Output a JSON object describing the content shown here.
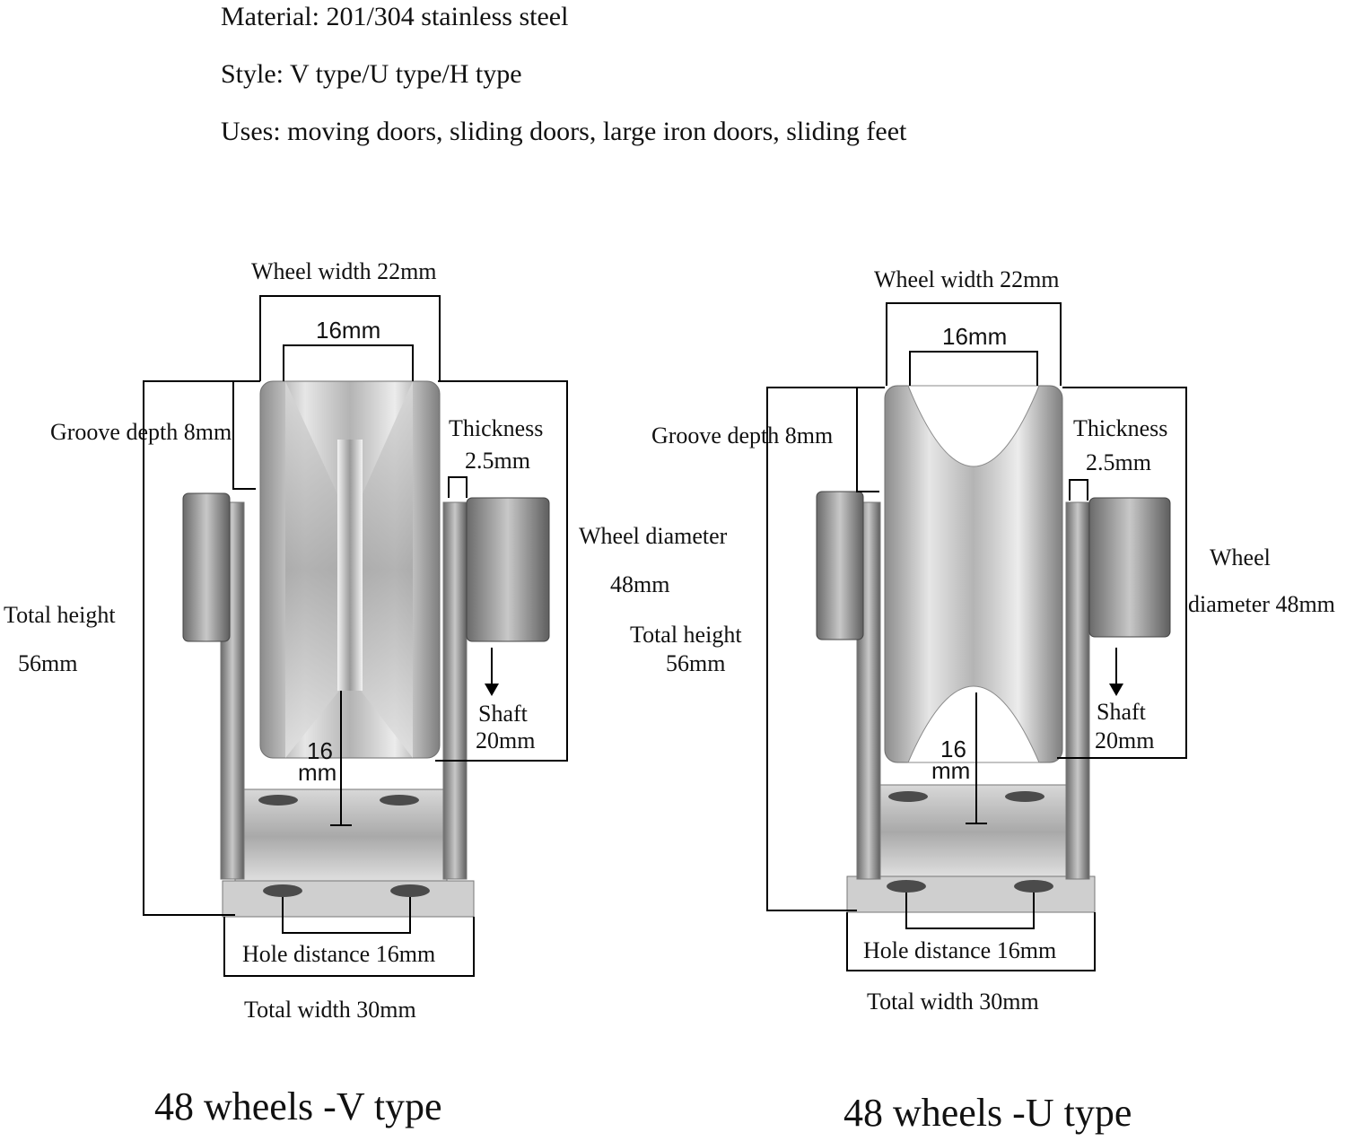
{
  "specs": {
    "material": "Material: 201/304 stainless steel",
    "style": "Style: V type/U type/H type",
    "uses": "Uses: moving doors, sliding doors, large iron doors, sliding feet"
  },
  "v_type": {
    "wheel_width": "Wheel width 22mm",
    "groove_width": "16mm",
    "groove_depth": "Groove depth 8mm",
    "thickness_1": "Thickness",
    "thickness_2": "2.5mm",
    "wheel_diameter_1": "Wheel diameter",
    "wheel_diameter_2": "48mm",
    "total_height_1": "Total height",
    "total_height_2": "56mm",
    "shaft_1": "Shaft",
    "shaft_2": "20mm",
    "center_1": "16",
    "center_2": "mm",
    "hole_distance": "Hole distance 16mm",
    "total_width": "Total width 30mm",
    "caption": "48 wheels -V type"
  },
  "u_type": {
    "wheel_width": "Wheel width 22mm",
    "groove_width": "16mm",
    "groove_depth": "Groove depth 8mm",
    "thickness_1": "Thickness",
    "thickness_2": "2.5mm",
    "wheel_diameter_1": "Wheel",
    "wheel_diameter_2": "diameter 48mm",
    "total_height_1": "Total height",
    "total_height_2": "56mm",
    "shaft_1": "Shaft",
    "shaft_2": "20mm",
    "center_1": "16",
    "center_2": "mm",
    "hole_distance": "Hole distance 16mm",
    "total_width": "Total width 30mm",
    "caption": "48 wheels -U type"
  }
}
